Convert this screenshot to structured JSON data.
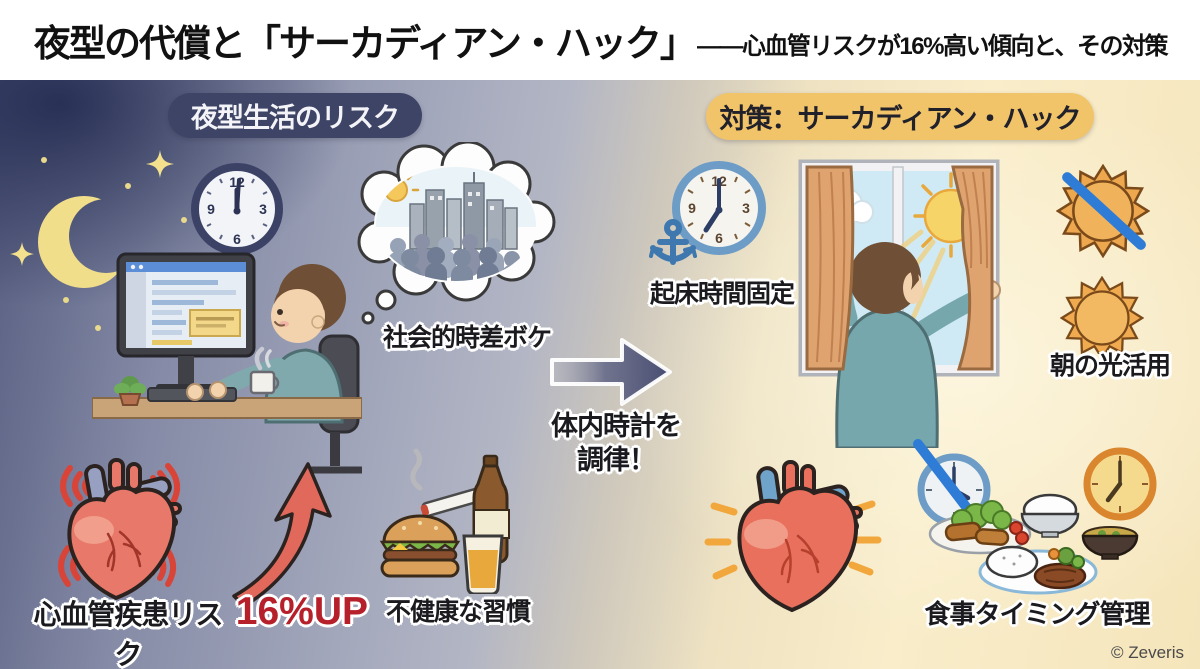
{
  "header": {
    "title_main": "夜型の代償と「サーカディアン・ハック」",
    "title_sub": "――心血管リスクが16%高い傾向と、その対策"
  },
  "left_panel": {
    "badge": "夜型生活のリスク",
    "social_jetlag_label": "社会的時差ボケ",
    "cvd_risk_label": "心血管疾患リスク",
    "cvd_risk_value": "16%UP",
    "unhealthy_label": "不健康な習慣"
  },
  "center": {
    "caption_line1": "体内時計を",
    "caption_line2": "調律！"
  },
  "right_panel": {
    "badge": "対策：サーカディアン・ハック",
    "wake_label": "起床時間固定",
    "light_label": "朝の光活用",
    "meal_label": "食事タイミング管理"
  },
  "clock_numerals": {
    "n12": "12",
    "n3": "3",
    "n6": "6",
    "n9": "9"
  },
  "footer": {
    "credit": "© Zeveris"
  },
  "colors": {
    "risk_red": "#b5202a",
    "badge_night": "#3d4466",
    "badge_plan": "#f2c469",
    "arrow_navy": "#474c70",
    "slash_blue": "#2e7cd6"
  }
}
